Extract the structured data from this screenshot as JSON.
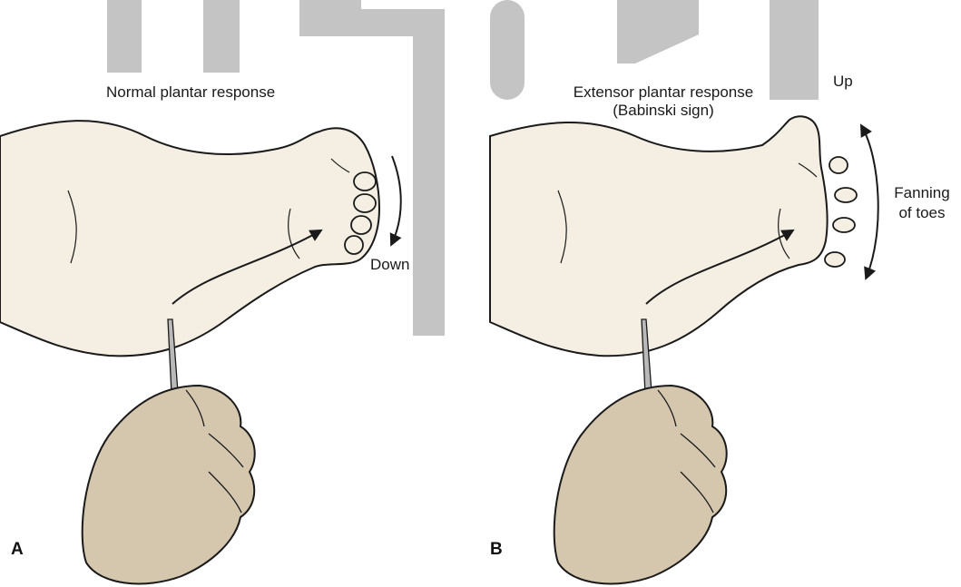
{
  "panel_a": {
    "letter": "A",
    "title": "Normal plantar response",
    "toe_direction": "Down"
  },
  "panel_b": {
    "letter": "B",
    "title_line1": "Extensor plantar response",
    "title_line2": "(Babinski sign)",
    "toe_direction": "Up",
    "fanning_line1": "Fanning",
    "fanning_line2": "of toes"
  },
  "colors": {
    "skin": "#f4efe2",
    "hand": "#d5c6ae",
    "outline": "#1a1a1a",
    "watermark": "#c4c4c4"
  }
}
